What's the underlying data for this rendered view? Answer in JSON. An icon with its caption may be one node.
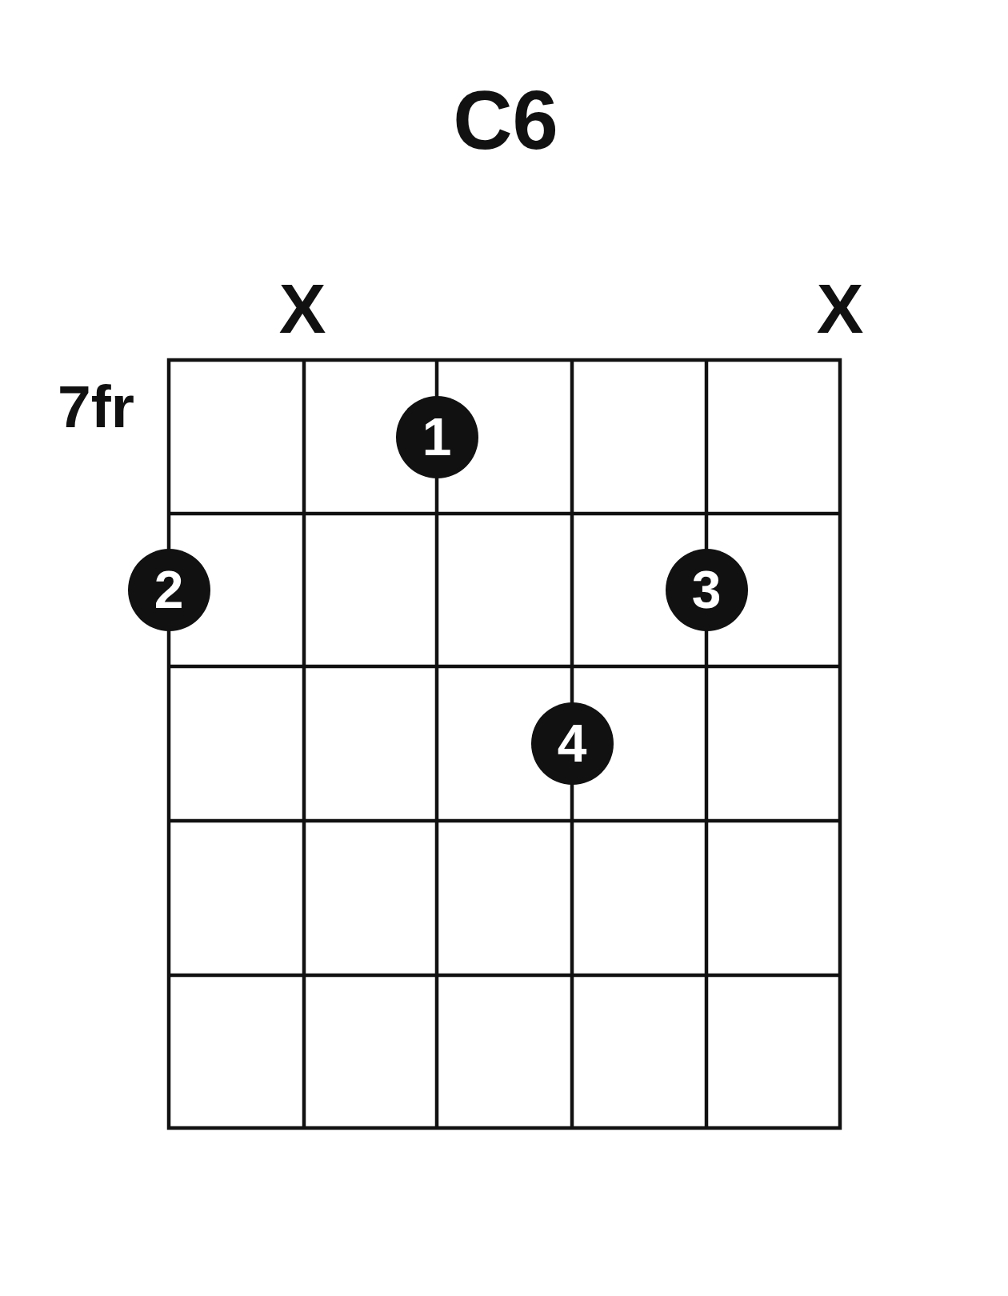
{
  "diagram": {
    "title": "C6",
    "nodes": [
      {
        "text": [
          "1"
        ]
      },
      {
        "text": [
          "2"
        ]
      },
      {
        "text": [
          "3"
        ]
      },
      {
        "text": [
          "4"
        ]
      }
    ],
    "labels": [
      "X",
      "X",
      "7fr"
    ]
  }
}
